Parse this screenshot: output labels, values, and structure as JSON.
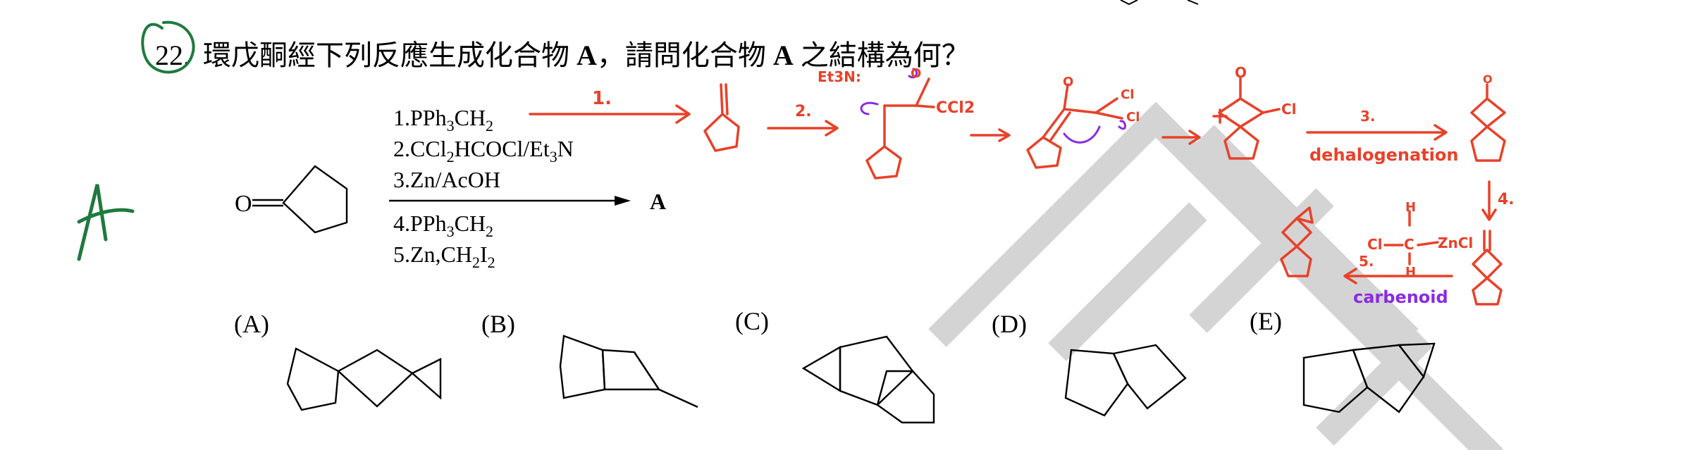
{
  "question": {
    "number": "22.",
    "text_part1": "環戊酮經下列反應生成化合物 ",
    "bold_a1": "A",
    "text_part2": "，請問化合物 ",
    "bold_a2": "A",
    "text_part3": " 之結構為何？"
  },
  "handwritten_answer": "A",
  "reaction": {
    "reactant_o": "O",
    "steps": [
      {
        "num": "1.",
        "reagent": "PPh",
        "sub1": "3",
        "mid": "CH",
        "sub2": "2"
      },
      {
        "num": "2.",
        "reagent": "CCl",
        "sub1": "2",
        "mid": "HCOCl/Et",
        "sub2": "3",
        "tail": "N"
      },
      {
        "num": "3.",
        "reagent": "Zn/AcOH"
      },
      {
        "num": "4.",
        "reagent": "PPh",
        "sub1": "3",
        "mid": "CH",
        "sub2": "2"
      },
      {
        "num": "5.",
        "reagent": "Zn,CH",
        "sub1": "2",
        "mid": "I",
        "sub2": "2"
      }
    ],
    "product": "A"
  },
  "choices": [
    "(A)",
    "(B)",
    "(C)",
    "(D)",
    "(E)"
  ],
  "annotations": {
    "step1": "1.",
    "step2": "2.",
    "et3n": "Et3N:",
    "o1": "O",
    "ccl2": "CCl2",
    "o2": "O",
    "cl1": "Cl",
    "cl2": "Cl",
    "o3": "O",
    "cl3": "Cl",
    "step3": "3.",
    "dehalogenation": "dehalogenation",
    "o4": "O",
    "step4": "4.",
    "h_top": "H",
    "cl_left": "Cl",
    "c_center": "C",
    "zncl": "ZnCl",
    "h_bottom": "H",
    "step5": "5.",
    "carbenoid": "carbenoid"
  },
  "colors": {
    "ink": "#000000",
    "red": "#e8412a",
    "purple": "#8a2be2",
    "green": "#1f7a3e",
    "watermark": "#d4d4d4"
  }
}
